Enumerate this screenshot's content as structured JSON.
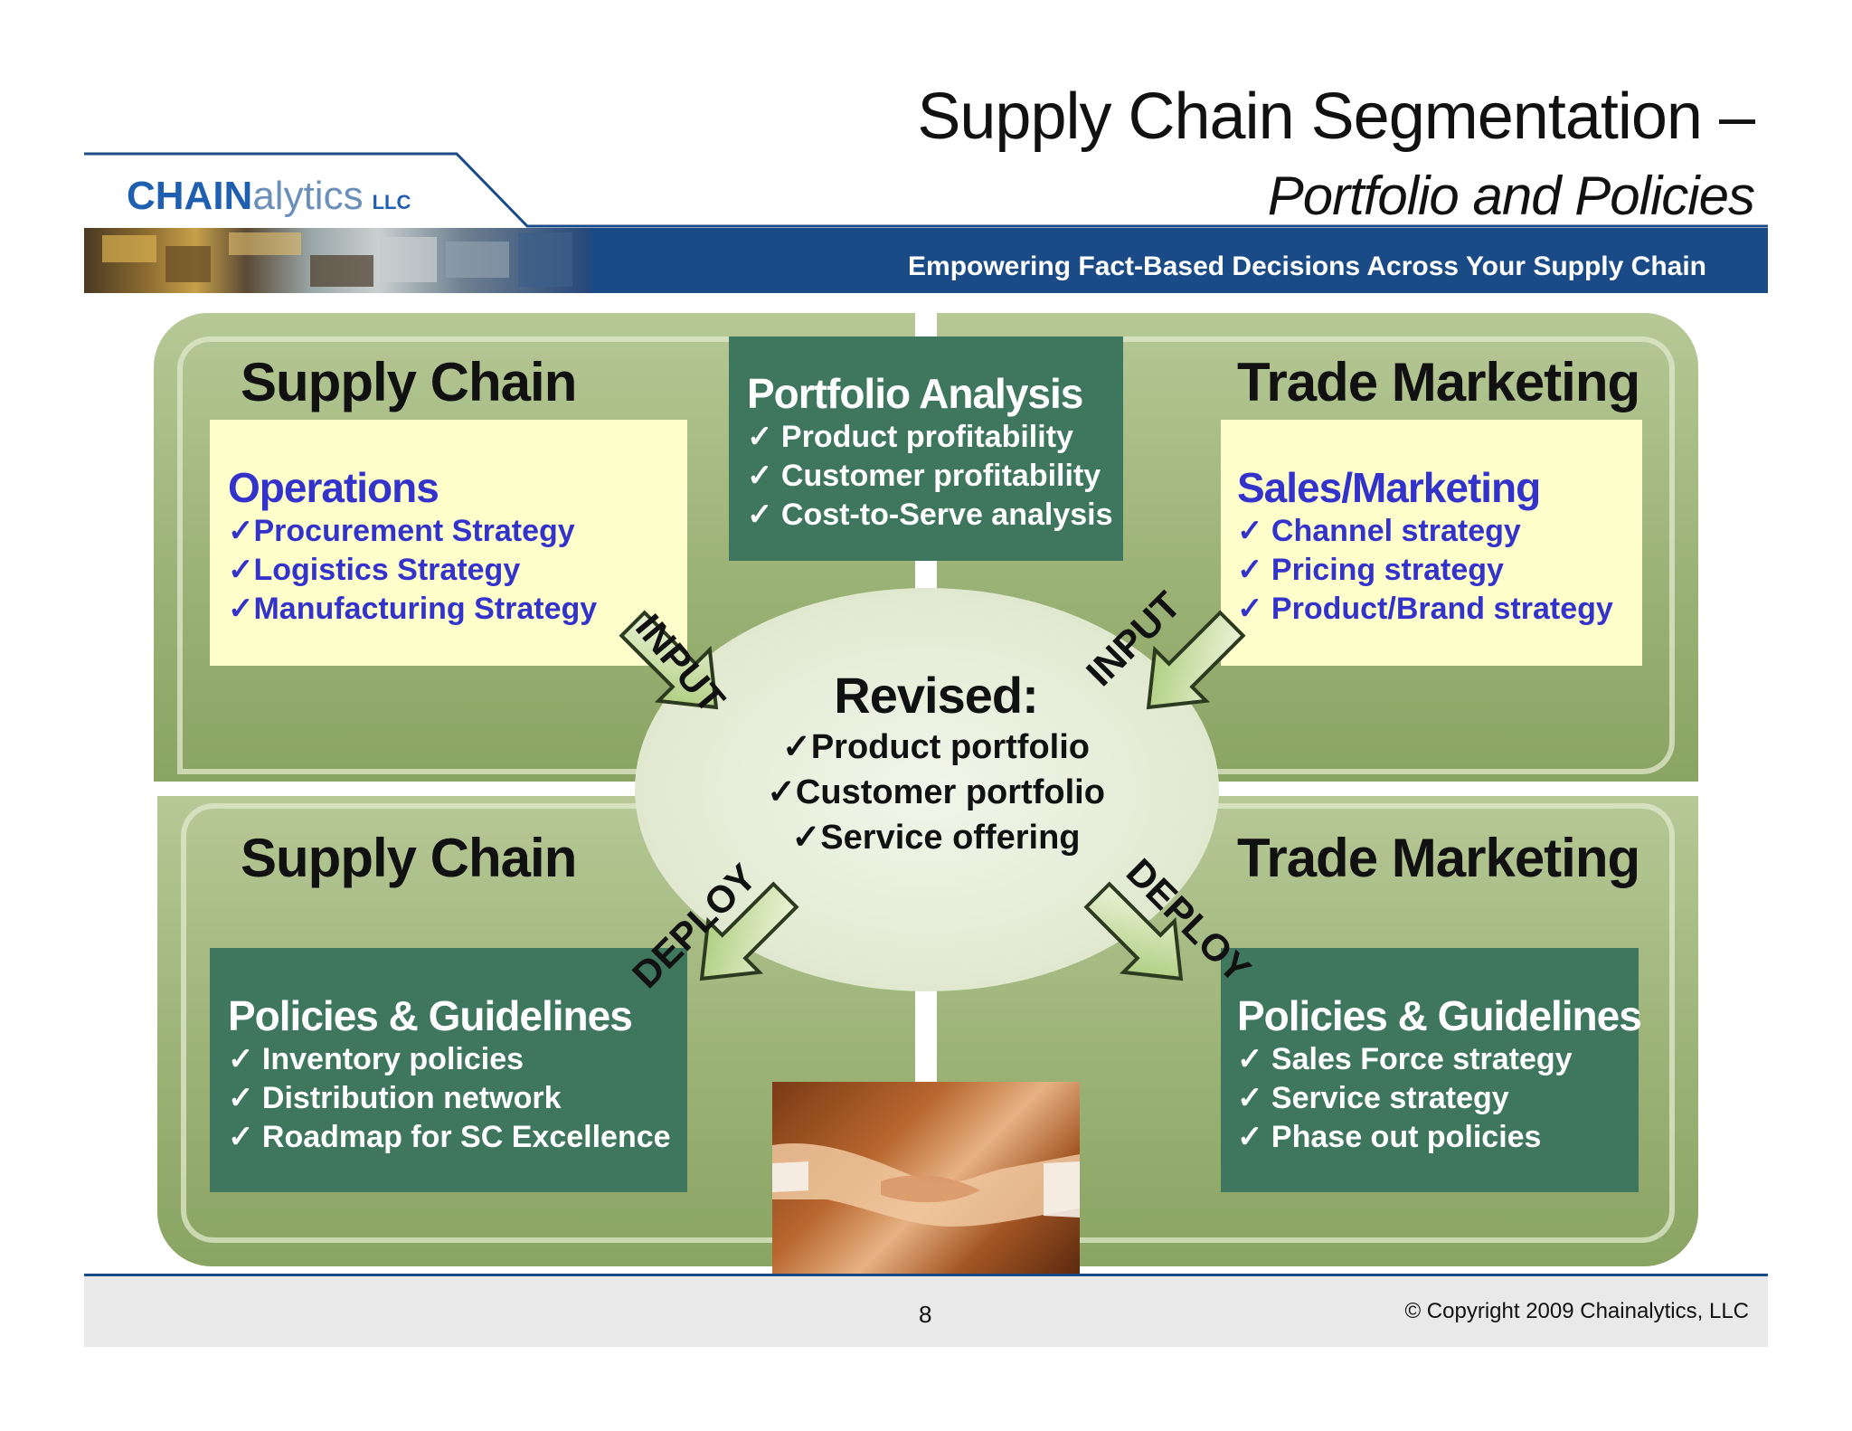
{
  "header": {
    "title_line1": "Supply Chain Segmentation –",
    "title_line2": "Portfolio and Policies",
    "logo_main": "CHAIN",
    "logo_rest": "alytics",
    "logo_suffix": "LLC",
    "tagline": "Empowering Fact-Based Decisions Across Your Supply Chain"
  },
  "top_left": {
    "title": "Supply Chain",
    "box_heading": "Operations",
    "items": [
      "✓Procurement Strategy",
      "✓Logistics Strategy",
      "✓Manufacturing Strategy"
    ]
  },
  "top_center": {
    "heading": "Portfolio Analysis",
    "items": [
      "✓ Product profitability",
      "✓ Customer profitability",
      "✓ Cost-to-Serve analysis"
    ]
  },
  "top_right": {
    "title": "Trade Marketing",
    "box_heading": "Sales/Marketing",
    "items": [
      "✓ Channel strategy",
      "✓ Pricing strategy",
      "✓ Product/Brand strategy"
    ]
  },
  "center": {
    "heading": "Revised:",
    "items": [
      "✓Product portfolio",
      "✓Customer portfolio",
      "✓Service offering"
    ]
  },
  "arrows": {
    "input_left": "INPUT",
    "input_right": "INPUT",
    "deploy_left": "DEPLOY",
    "deploy_right": "DEPLOY"
  },
  "bottom_left": {
    "title": "Supply Chain",
    "box_heading": "Policies & Guidelines",
    "items": [
      "✓ Inventory policies",
      "✓ Distribution network",
      "✓ Roadmap for SC Excellence"
    ]
  },
  "bottom_right": {
    "title": "Trade Marketing",
    "box_heading": "Policies & Guidelines",
    "items": [
      "✓ Sales Force strategy",
      "✓ Service strategy",
      "✓ Phase out policies"
    ]
  },
  "footer": {
    "page_number": "8",
    "copyright": "© Copyright 2009 Chainalytics, LLC"
  },
  "colors": {
    "brand_blue": "#1b4b86",
    "box_green": "#3f765e",
    "box_yellow": "#ffffcc",
    "blue_text": "#3333cc",
    "quadrant_green": "#9cb377"
  },
  "images": {
    "banner_photo": "warehouse-photo",
    "center_photo": "handshake-photo"
  }
}
